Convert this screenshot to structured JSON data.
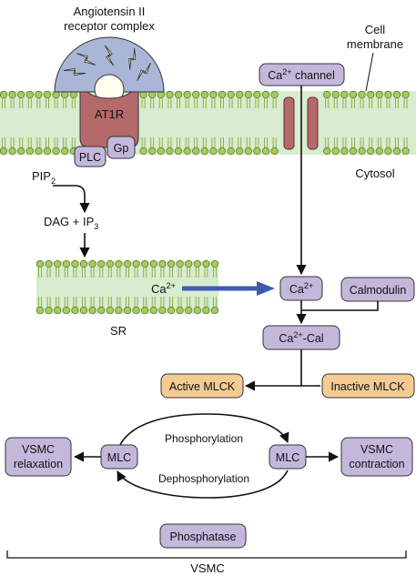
{
  "labels": {
    "angiotensin_line1": "Angiotensin II",
    "angiotensin_line2": "receptor complex",
    "cell_line1": "Cell",
    "cell_line2": "membrane",
    "cytosol": "Cytosol",
    "pip": "PIP",
    "pip_sub": "2",
    "dag_ip_prefix": "DAG + IP",
    "dag_ip_sub": "3",
    "ca_sr": "Ca",
    "ca_sr_sup": "2+",
    "sr": "SR",
    "phosphorylation": "Phosphorylation",
    "dephosphorylation": "Dephosphorylation",
    "vsmc_footer": "VSMC"
  },
  "receptor": {
    "at1r": "AT1R",
    "plc": "PLC",
    "gp": "Gp"
  },
  "boxes": {
    "ca_channel": "Ca",
    "ca_channel_sup": "2+",
    "ca_channel_tail": " channel",
    "ca_center": "Ca",
    "ca_center_sup": "2+",
    "calmodulin": "Calmodulin",
    "ca_cal": "Ca",
    "ca_cal_sup": "2+",
    "ca_cal_tail": "-Cal",
    "active_mlck": "Active MLCK",
    "inactive_mlck": "Inactive MLCK",
    "mlc_left": "MLC",
    "mlc_right": "MLC",
    "vsmc_relax_1": "VSMC",
    "vsmc_relax_2": "relaxation",
    "vsmc_contr_1": "VSMC",
    "vsmc_contr_2": "contraction",
    "phosphatase": "Phosphatase"
  },
  "colors": {
    "purple_box": "#c3b8dc",
    "orange_box": "#f4cb93",
    "receptor": "#b46a6a",
    "membrane_fill": "#d8ecd0",
    "lipid_head": "#a6cc5c",
    "blue_arrow": "#3f5bb0",
    "halo": "#a9b6d8"
  }
}
